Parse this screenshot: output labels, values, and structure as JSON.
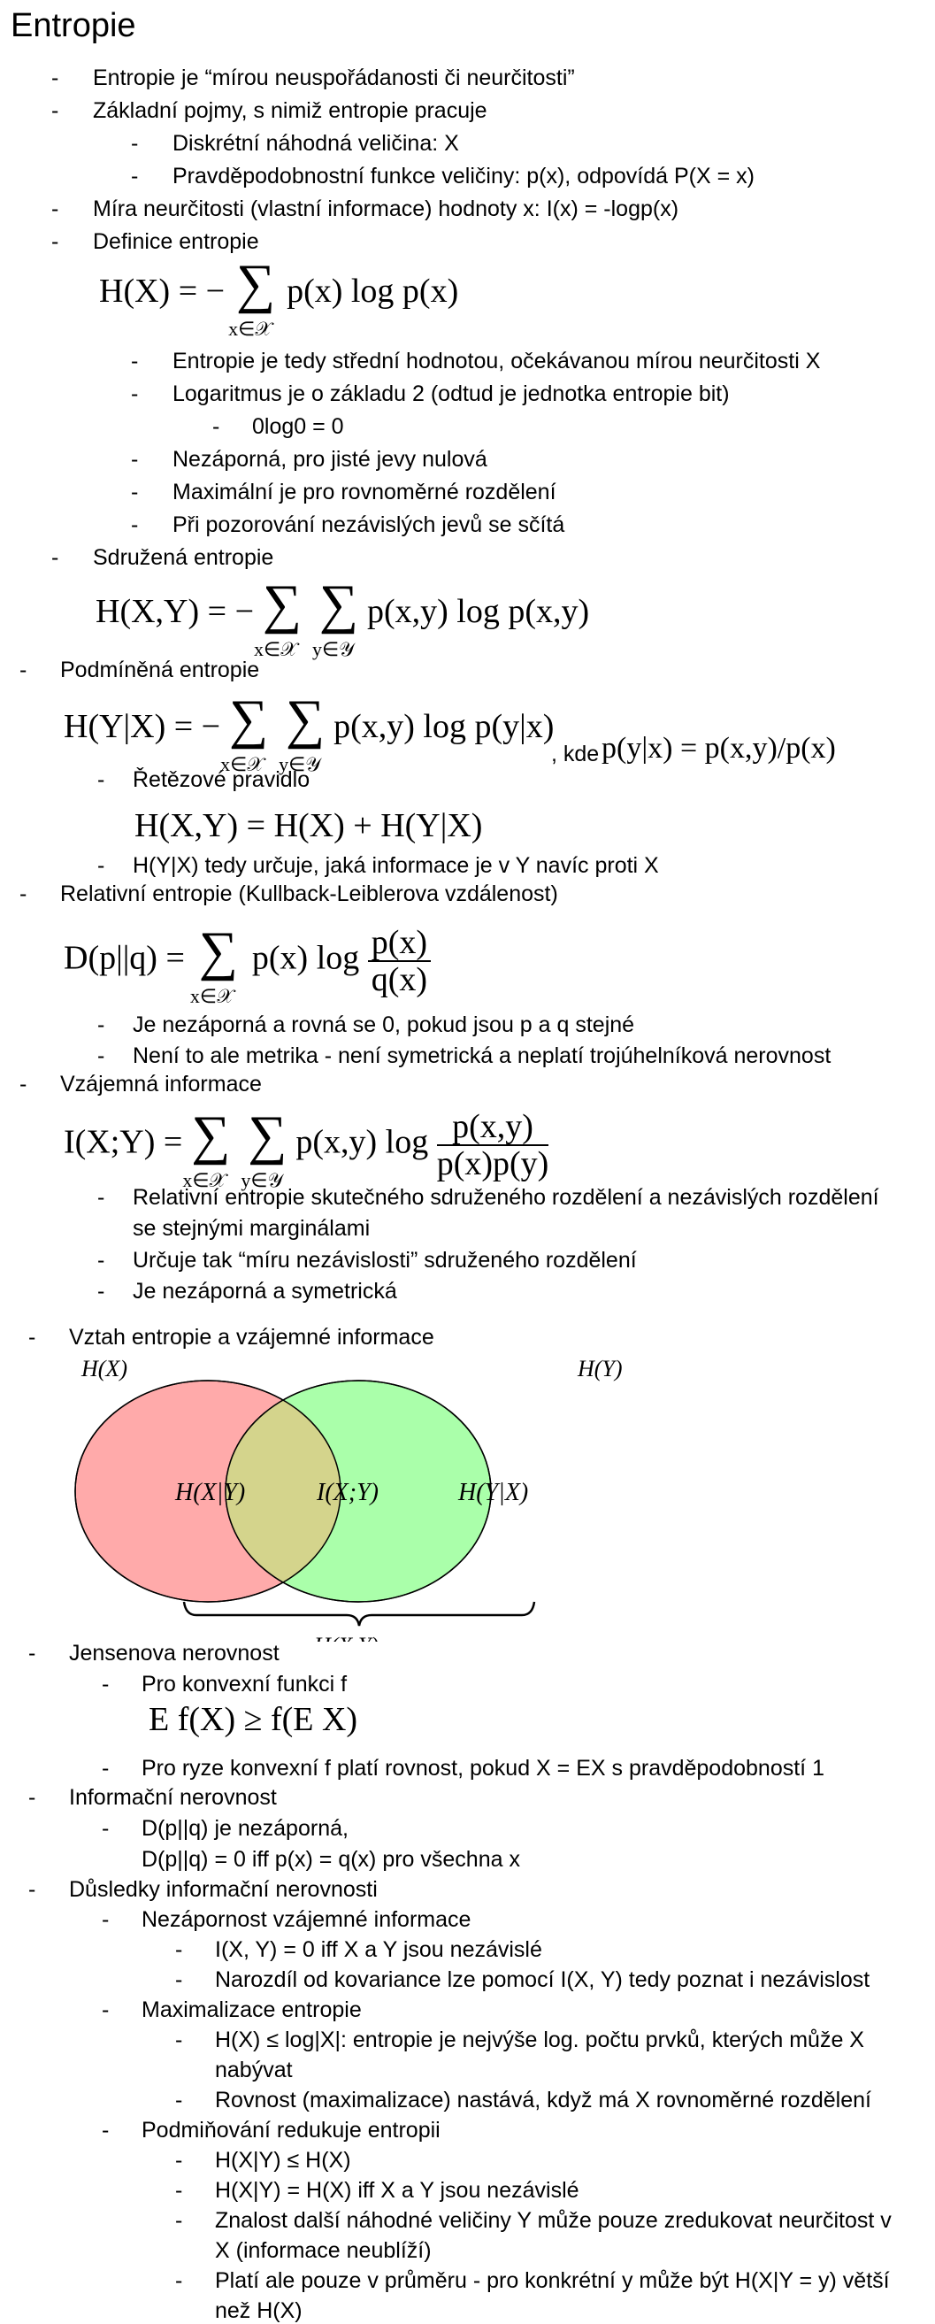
{
  "title": "Entropie",
  "dash": "-",
  "lines": [
    "Entropie je “mírou neuspořádanosti či neurčitosti”",
    "Základní pojmy, s nimiž entropie pracuje",
    "Diskrétní náhodná veličina: X",
    "Pravděpodobnostní funkce veličiny: p(x), odpovídá P(X = x)",
    "Míra neurčitosti (vlastní informace) hodnoty x: I(x) = -logp(x)",
    "Definice entropie",
    "Entropie je tedy střední hodnotou, očekávanou mírou neurčitosti X",
    "Logaritmus je o základu 2 (odtud je jednotka entropie bit)",
    "0log0 = 0",
    "Nezáporná, pro jisté jevy nulová",
    "Maximální je pro rovnoměrné rozdělení",
    "Při pozorování nezávislých jevů se sčítá",
    "Sdružená entropie",
    "Podmíněná entropie",
    ", kde",
    "Řetězové pravidlo",
    "H(Y|X) tedy určuje, jaká informace je v Y navíc proti X",
    "Relativní entropie (Kullback-Leiblerova vzdálenost)",
    "Je nezáporná a rovná se 0, pokud jsou p a q stejné",
    "Není to ale metrika - není symetrická a neplatí trojúhelníková nerovnost",
    "Vzájemná informace",
    "Relativní entropie skutečného sdruženého rozdělení a nezávislých rozdělení",
    "se stejnými marginálami",
    "Určuje tak “míru nezávislosti” sdruženého rozdělení",
    "Je nezáporná a symetrická",
    "Vztah entropie a vzájemné informace",
    "Jensenova nerovnost",
    "Pro konvexní funkci f",
    "Pro ryze konvexní f platí rovnost, pokud X = EX s pravděpodobností 1",
    "Informační nerovnost",
    "D(p||q) je nezáporná,",
    "D(p||q) = 0 iff p(x) = q(x) pro všechna x",
    "Důsledky informační nerovnosti",
    "Nezápornost vzájemné informace",
    "I(X, Y) = 0 iff X a Y jsou nezávislé",
    "Narozdíl od kovariance lze pomocí I(X, Y) tedy poznat i nezávislost",
    "Maximalizace entropie",
    "H(X) ≤ log|X|: entropie je nejvýše log. počtu prvků, kterých může X",
    "nabývat",
    "Rovnost (maximalizace) nastává, když má X rovnoměrné rozdělení",
    "Podmiňování redukuje entropii",
    "H(X|Y) ≤ H(X)",
    "H(X|Y) = H(X) iff X a Y jsou nezávislé",
    "Znalost další náhodné veličiny Y může pouze zredukovat neurčitost v",
    "X (informace neublíží)",
    "Platí ale pouze v průměru - pro konkrétní y může být H(X|Y = y) větší",
    "než H(X)"
  ],
  "math": {
    "hx_lhs": "H(X) = −",
    "sum": "∑",
    "hx_rhs": "p(x) log p(x)",
    "sub_x": "x∈𝒳",
    "sub_y": "y∈𝒴",
    "hxy_lhs": "H(X,Y) = −",
    "hxy_rhs": "p(x,y) log p(x,y)",
    "hyx_lhs": "H(Y|X) = −",
    "hyx_rhs": "p(x,y) log p(y|x)",
    "cond": "p(y|x) = p(x,y)/p(x)",
    "chain": "H(X,Y) = H(X) + H(Y|X)",
    "kl_lhs": "D(p||q) =",
    "kl_mid": "p(x) log",
    "kl_num": "p(x)",
    "kl_den": "q(x)",
    "mi_lhs": "I(X;Y) =",
    "mi_mid": "p(x,y) log",
    "mi_num": "p(x,y)",
    "mi_den": "p(x)p(y)",
    "jensen": "E f(X) ≥ f(E X)"
  },
  "venn": {
    "left_label": "H(X)",
    "right_label": "H(Y)",
    "left_only": "H(X|Y)",
    "intersection": "I(X;Y)",
    "right_only": "H(Y|X)",
    "union": "H(X,Y)",
    "left_color": "#ffaaaa",
    "right_color": "#aaffaa",
    "overlap_color": "#d4d48c"
  }
}
